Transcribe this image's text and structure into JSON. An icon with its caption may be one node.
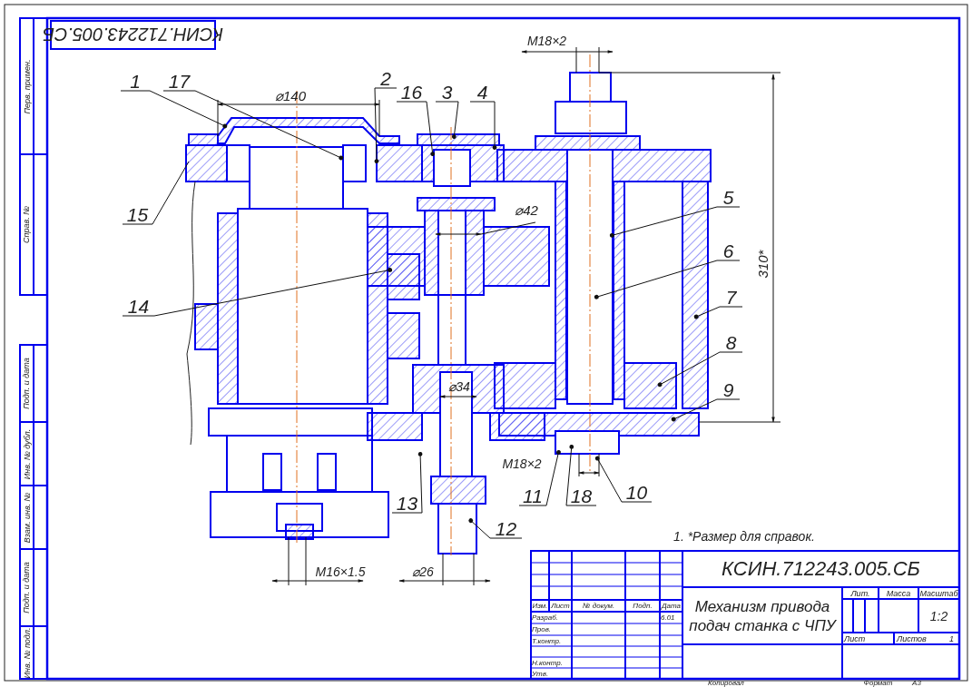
{
  "diagram": {
    "nodes": [
      {
        "text": [
          "1"
        ]
      },
      {
        "text": [
          "17"
        ]
      },
      {
        "text": [
          "2"
        ]
      },
      {
        "text": [
          "16"
        ]
      },
      {
        "text": [
          "3"
        ]
      },
      {
        "text": [
          "4"
        ]
      },
      {
        "text": [
          "15"
        ]
      },
      {
        "text": [
          "5"
        ]
      },
      {
        "text": [
          "6"
        ]
      },
      {
        "text": [
          "14"
        ]
      },
      {
        "text": [
          "7"
        ]
      },
      {
        "text": [
          "8"
        ]
      },
      {
        "text": [
          "9"
        ]
      },
      {
        "text": [
          "13"
        ]
      },
      {
        "text": [
          "11"
        ]
      },
      {
        "text": [
          "18"
        ]
      },
      {
        "text": [
          "10"
        ]
      },
      {
        "text": [
          "12"
        ]
      }
    ],
    "edges": [
      {
        "from": 0,
        "to": null,
        "arrow": "other"
      },
      {
        "from": 1,
        "to": null,
        "arrow": "other"
      },
      {
        "from": 2,
        "to": null,
        "arrow": "other"
      },
      {
        "from": 3,
        "to": null,
        "arrow": "other"
      },
      {
        "from": 4,
        "to": null,
        "arrow": "other"
      },
      {
        "from": 5,
        "to": null,
        "arrow": "other"
      },
      {
        "from": 6,
        "to": null,
        "arrow": "none"
      },
      {
        "from": 7,
        "to": null,
        "arrow": "other"
      },
      {
        "from": 8,
        "to": null,
        "arrow": "other"
      },
      {
        "from": 9,
        "to": null,
        "arrow": "other"
      },
      {
        "from": 10,
        "to": null,
        "arrow": "other"
      },
      {
        "from": 11,
        "to": null,
        "arrow": "other"
      },
      {
        "from": 12,
        "to": null,
        "arrow": "other"
      },
      {
        "from": 13,
        "to": null,
        "arrow": "other"
      },
      {
        "from": 14,
        "to": null,
        "arrow": "other"
      },
      {
        "from": 15,
        "to": null,
        "arrow": "other"
      },
      {
        "from": 16,
        "to": null,
        "arrow": "other"
      },
      {
        "from": 17,
        "to": null,
        "arrow": "other"
      }
    ],
    "labels": [
      "КСИН.712243.005.СБ",
      "M18×2",
      "⌀140",
      "⌀42",
      "310*",
      "⌀34",
      "M18×2",
      "M16×1.5",
      "⌀26",
      "1. *Размер для справок.",
      "КСИН.712243.005.СБ",
      "Механизм привода подач станка с ЧПУ",
      "Изм.",
      "Лист",
      "№ докум.",
      "Подп.",
      "Дата",
      "Разраб.",
      "6.01",
      "Пров.",
      "Т.контр.",
      "Н.контр.",
      "Утв.",
      "Лит.",
      "Масса",
      "Масштаб",
      "1:2",
      "Лист",
      "Листов",
      "1",
      "Копировал",
      "Формат",
      "А3",
      "Перв. примен.",
      "Справ. №",
      "Подп. и дата",
      "Инв. № дубл.",
      "Взам. инв. №",
      "Подп. и дата",
      "Инв. № подл."
    ]
  }
}
